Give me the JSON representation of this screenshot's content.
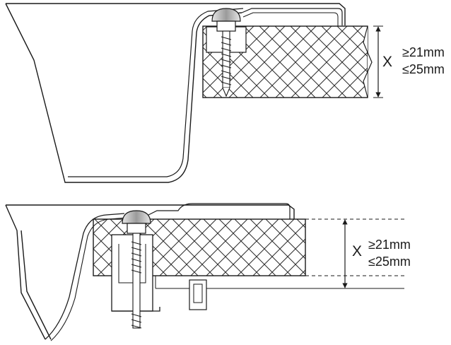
{
  "top_detail": {
    "dimension_symbol": "X",
    "min_label": "≥21mm",
    "max_label": "≤25mm"
  },
  "bottom_detail": {
    "dimension_symbol": "X",
    "min_label": "≥21mm",
    "max_label": "≤25mm"
  }
}
